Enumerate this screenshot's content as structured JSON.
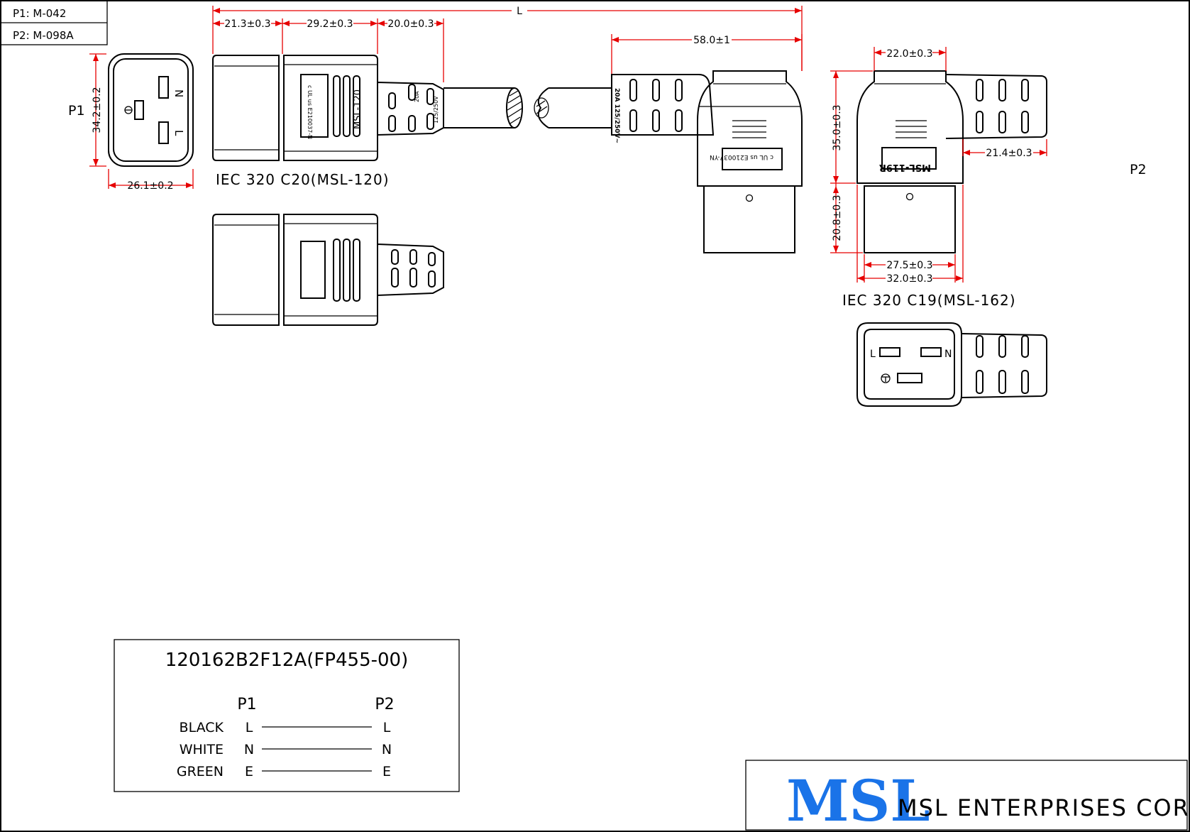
{
  "part_refs": {
    "p1": "P1: M-042",
    "p2": "P2: M-098A"
  },
  "labels": {
    "p1": "P1",
    "p2": "P2",
    "c20": "IEC 320 C20(MSL-120)",
    "c19": "IEC 320 C19(MSL-162)"
  },
  "dimensions": {
    "total_length": "L",
    "c20_body": "21.3±0.3",
    "c20_grip": "29.2±0.3",
    "c20_strain": "20.0±0.3",
    "c20_height": "34.2±0.2",
    "c20_width": "26.1±0.2",
    "c19_side_length": "58.0±1",
    "c19_top": "22.0±0.3",
    "c19_body_height": "35.0±0.3",
    "c19_strain": "21.4±0.3",
    "c19_plug_height": "20.8±0.3",
    "c19_inner_width": "27.5±0.3",
    "c19_outer_width": "32.0±0.3"
  },
  "markings": {
    "c20_cert": "c UL us E210037-N",
    "c20_model": "MSL-120",
    "c20_amp": "20A",
    "c20_volt": "125/250V",
    "c19_rating": "20A 125/250V~",
    "c19_cert": "c UL us E210037-YN",
    "c19_model": "MSL-119R",
    "pin_l": "L",
    "pin_n": "N"
  },
  "wiring": {
    "part_number": "120162B2F12A(FP455-00)",
    "col_p1": "P1",
    "col_p2": "P2",
    "rows": [
      {
        "color": "BLACK",
        "p1": "L",
        "p2": "L"
      },
      {
        "color": "WHITE",
        "p1": "N",
        "p2": "N"
      },
      {
        "color": "GREEN",
        "p1": "E",
        "p2": "E"
      }
    ]
  },
  "title_block": {
    "logo": "MSL",
    "company": "MSL ENTERPRISES CORP."
  },
  "colors": {
    "dimension": "#e60000",
    "logo": "#1a73e8",
    "ink": "#000000"
  }
}
